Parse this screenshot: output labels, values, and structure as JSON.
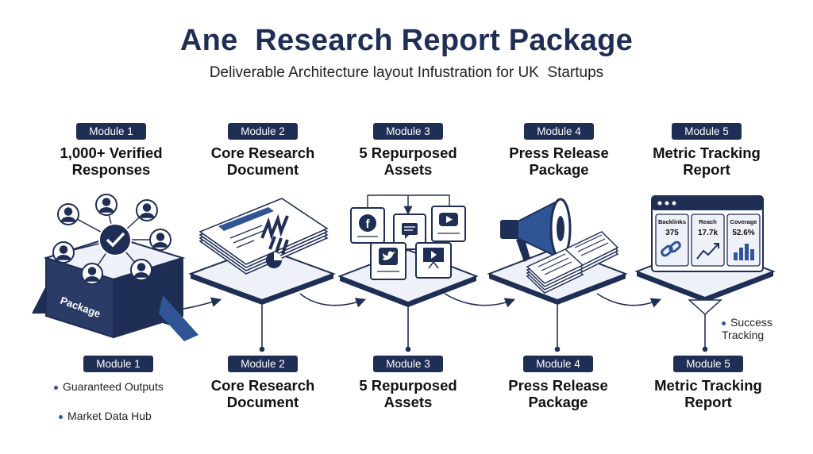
{
  "header": {
    "title": "Ane  Research Report Package",
    "subtitle": "Deliverable Architecture layout Infustration for UK  Startups"
  },
  "top_modules": [
    {
      "badge": "Module 1",
      "title": "1,000+ Verified Responses"
    },
    {
      "badge": "Module 2",
      "title": "Core Research Document"
    },
    {
      "badge": "Module 3",
      "title": "5 Repurposed Assets"
    },
    {
      "badge": "Module 4",
      "title": "Press Release Package"
    },
    {
      "badge": "Module 5",
      "title": "Metric Tracking Report"
    }
  ],
  "bottom_modules": [
    {
      "badge": "Module 1",
      "title": ""
    },
    {
      "badge": "Module 2",
      "title": "Core Research Document"
    },
    {
      "badge": "Module 3",
      "title": "5 Repurposed Assets"
    },
    {
      "badge": "Module 4",
      "title": "Press Release Package"
    },
    {
      "badge": "Module 5",
      "title": "Metric Tracking Report"
    }
  ],
  "package_label": "Package",
  "bullets": {
    "guaranteed": "Guaranteed Outputs",
    "market": "Market Data Hub",
    "success": "Success Tracking"
  },
  "metrics": [
    {
      "label": "Backlinks",
      "value": "375"
    },
    {
      "label": "Reach",
      "value": "17.7k"
    },
    {
      "label": "Coverage",
      "value": "52.6%"
    }
  ],
  "colors": {
    "navy": "#1f2e55",
    "blue": "#2f5597",
    "light": "#eef1f7"
  }
}
